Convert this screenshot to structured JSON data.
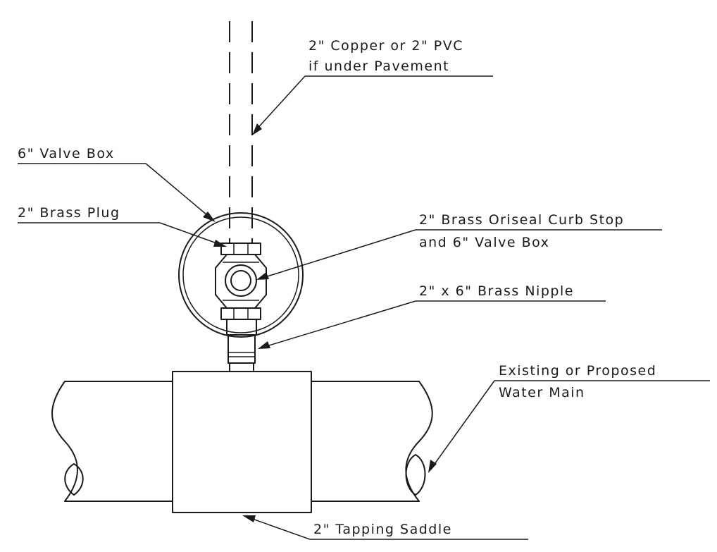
{
  "labels": {
    "service_pipe_line1": "2\" Copper or 2\" PVC",
    "service_pipe_line2": "if under Pavement",
    "valve_box": "6\" Valve Box",
    "brass_plug": "2\" Brass Plug",
    "curb_stop_line1": "2\" Brass Oriseal Curb Stop",
    "curb_stop_line2": "and 6\" Valve Box",
    "nipple": "2\" x 6\" Brass Nipple",
    "water_main_line1": "Existing or Proposed",
    "water_main_line2": "Water Main",
    "tapping_saddle": "2\" Tapping Saddle"
  }
}
